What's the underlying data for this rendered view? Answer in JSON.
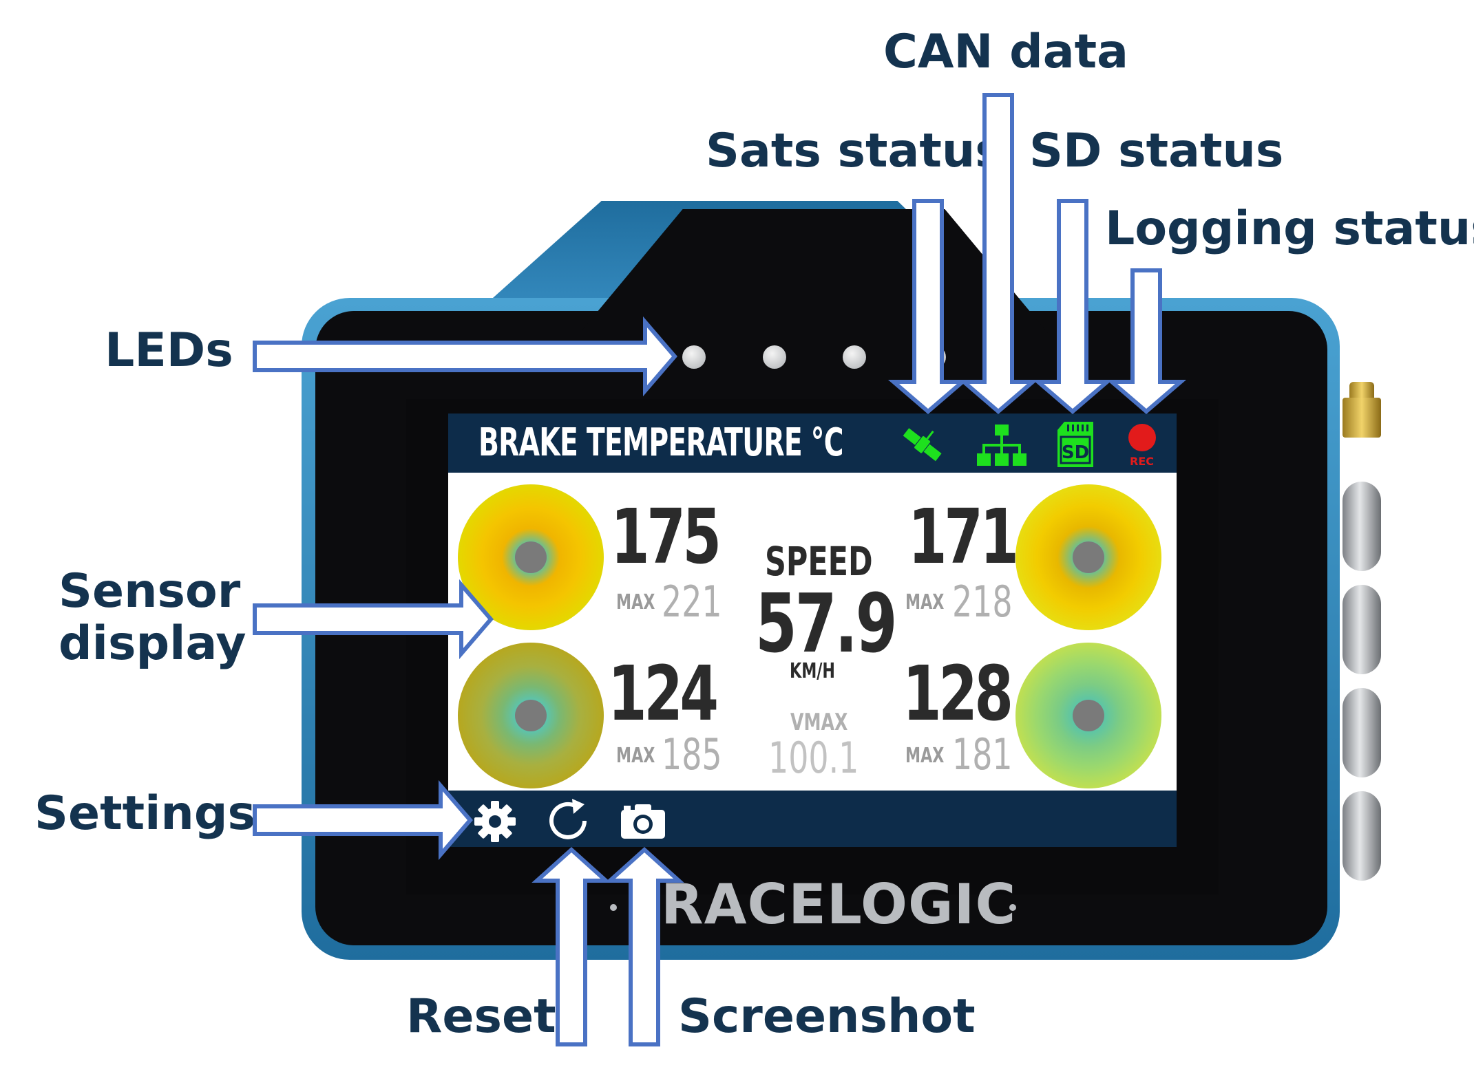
{
  "callouts": {
    "can_data": "CAN data",
    "sats_status": "Sats status",
    "sd_status": "SD status",
    "logging_status": "Logging status",
    "leds": "LEDs",
    "sensor_display": "Sensor\ndisplay",
    "settings": "Settings",
    "reset": "Reset",
    "screenshot": "Screenshot"
  },
  "device": {
    "brand": "RACELOGIC",
    "shell_color": "#2f86bd"
  },
  "screen": {
    "title": "BRAKE TEMPERATURE °C",
    "status_icons": {
      "sats": "satellite-icon",
      "can": "network-icon",
      "sd": "sd-card-icon",
      "sd_label": "SD",
      "rec": "record-icon",
      "rec_label": "REC"
    },
    "status_colors": {
      "ok": "#1ee01e",
      "rec": "#e21b1b",
      "bar": "#0d2c4a"
    },
    "sensors": [
      {
        "position": "front-left",
        "value": "175",
        "max_label": "MAX",
        "max": "221"
      },
      {
        "position": "front-right",
        "value": "171",
        "max_label": "MAX",
        "max": "218"
      },
      {
        "position": "rear-left",
        "value": "124",
        "max_label": "MAX",
        "max": "185"
      },
      {
        "position": "rear-right",
        "value": "128",
        "max_label": "MAX",
        "max": "181"
      }
    ],
    "speed": {
      "label": "SPEED",
      "value": "57.9",
      "unit": "KM/H",
      "vmax_label": "VMAX",
      "vmax": "100.1"
    },
    "toolbar": {
      "settings": "gear-icon",
      "reset": "reset-icon",
      "screenshot": "camera-icon"
    }
  },
  "arrow_color": "#4a72c4"
}
